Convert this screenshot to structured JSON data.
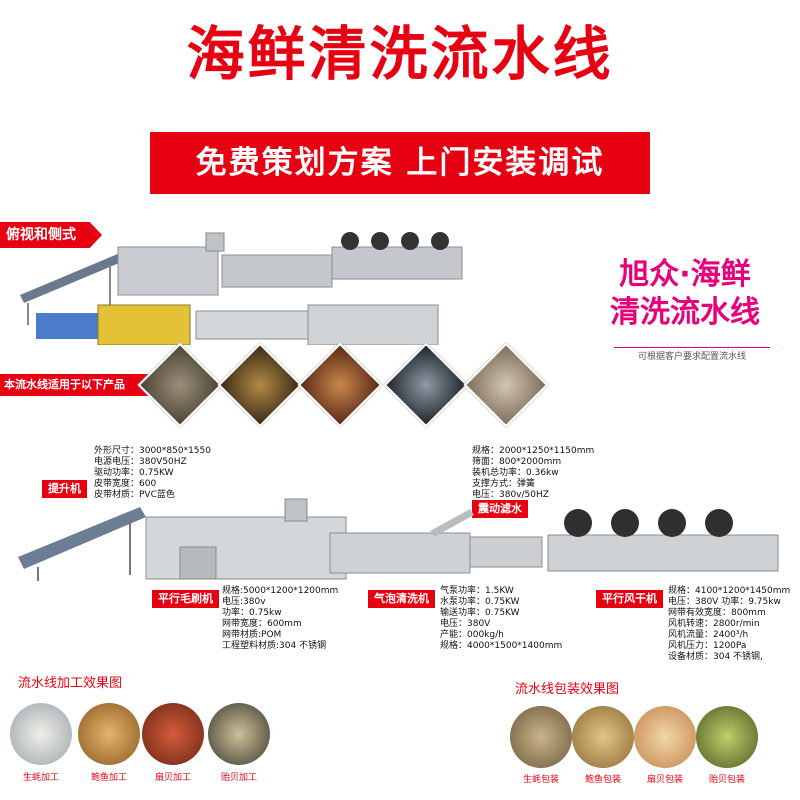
{
  "title": "海鲜清洗流水线",
  "banner": "免费策划方案 上门安装调试",
  "view_tag": "俯视和侧式",
  "products_tag": "本流水线适用于以下产品",
  "brand": {
    "line1": "旭众·海鲜",
    "line2": "清洗流水线",
    "sub": "可根据客户要求配置流水线"
  },
  "machines": {
    "lift": {
      "label": "提升机",
      "spec": "外形尺寸：3000*850*1550\n电源电压：380V50HZ\n驱动功率：0.75KW\n皮带宽度：600\n皮带材质：PVC蓝色"
    },
    "vibrate": {
      "label": "震动滤水",
      "spec": "规格：2000*1250*1150mm\n筛面：800*2000mm\n装机总功率：0.36kw\n支撑方式：弹簧\n电压：380v/50HZ"
    },
    "brush": {
      "label": "平行毛刷机",
      "spec": "规格:5000*1200*1200mm\n电压:380v\n功率：0.75kw\n网带宽度：600mm\n网带材质:POM\n工程塑料材质:304 不锈钢"
    },
    "bubble": {
      "label": "气泡清洗机",
      "spec": "气泵功率：1.5KW\n水泵功率：0.75KW\n输送功率：0.75KW\n电压：380V\n产能：000kg/h\n规格：4000*1500*1400mm"
    },
    "dryer": {
      "label": "平行风干机",
      "spec": "规格：4100*1200*1450mm\n电压：380V 功率：9.75kw\n网带有效宽度：800mm\n风机转速：2800r/min\n风机流量：2400³/h\n风机压力：1200Pa\n设备材质：304 不锈钢,"
    }
  },
  "effects": {
    "process_title": "流水线加工效果图",
    "pack_title": "流水线包装效果图",
    "process": [
      "生蚝加工",
      "鲍鱼加工",
      "扇贝加工",
      "贻贝加工"
    ],
    "pack": [
      "生蚝包装",
      "鲍鱼包装",
      "扇贝包装",
      "贻贝包装"
    ]
  },
  "colors": {
    "accent_red": "#e60012",
    "accent_pink": "#e6007a",
    "steel": "#b8bcc0"
  }
}
